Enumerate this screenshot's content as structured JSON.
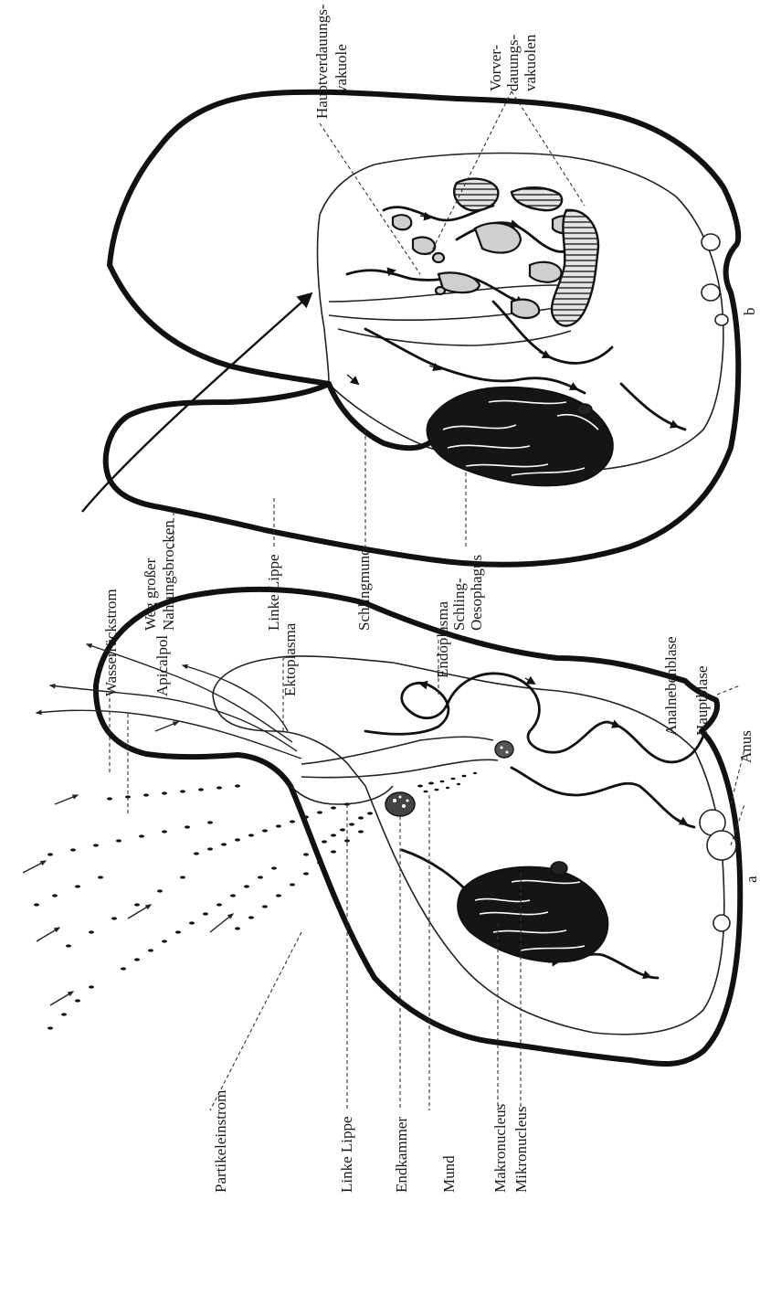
{
  "figure_a": {
    "letter": "a",
    "labels": {
      "wasserrueckstrom": "Wasserrückstrom",
      "apicalpol": "Apicalpol",
      "ektoplasma": "Ektoplasma",
      "endoplasma": "Endoplasma",
      "analnebenblase": "Analnebenblase",
      "hauptblase": "Hauptblase",
      "anus": "Anus",
      "partikeleinstrom": "Partikeleinstrom",
      "linke_lippe": "Linke Lippe",
      "endkammer": "Endkammer",
      "mund": "Mund",
      "makronucleus": "Makronucleus",
      "mikronucleus": "Mikronucleus"
    }
  },
  "figure_b": {
    "letter": "b",
    "labels": {
      "hauptverdauungsvakuole": [
        "Hauptverdauungs-",
        "vakuole"
      ],
      "vorverdauungsvakuolen": [
        "Vorver-",
        "dauungs-",
        "vakuolen"
      ],
      "weg_grosser_nahrungsbrocken": [
        "Weg großer",
        "Nahrungsbrocken"
      ],
      "linke_lippe": "Linke Lippe",
      "schlingmund": "Schlingmund",
      "schling_oesophagus": [
        "Schling-",
        "Oesophagus"
      ]
    }
  }
}
